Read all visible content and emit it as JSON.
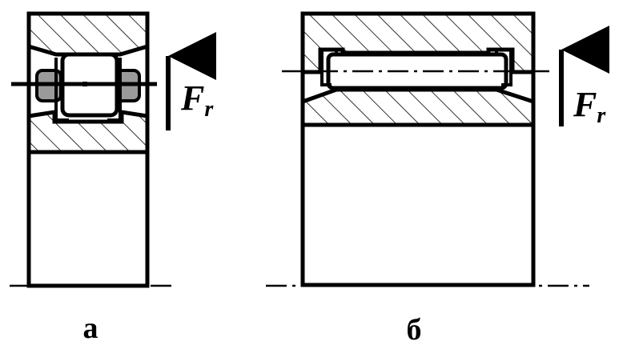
{
  "figure": {
    "panel_a": {
      "caption": "а",
      "force_symbol": "F",
      "force_subscript": "r"
    },
    "panel_b": {
      "caption": "б",
      "force_symbol": "F",
      "force_subscript": "r"
    }
  },
  "colors": {
    "stroke": "#000000",
    "roller_fill": "#ffffff",
    "cage_fill": "#9a9a9a",
    "background": "#ffffff"
  }
}
